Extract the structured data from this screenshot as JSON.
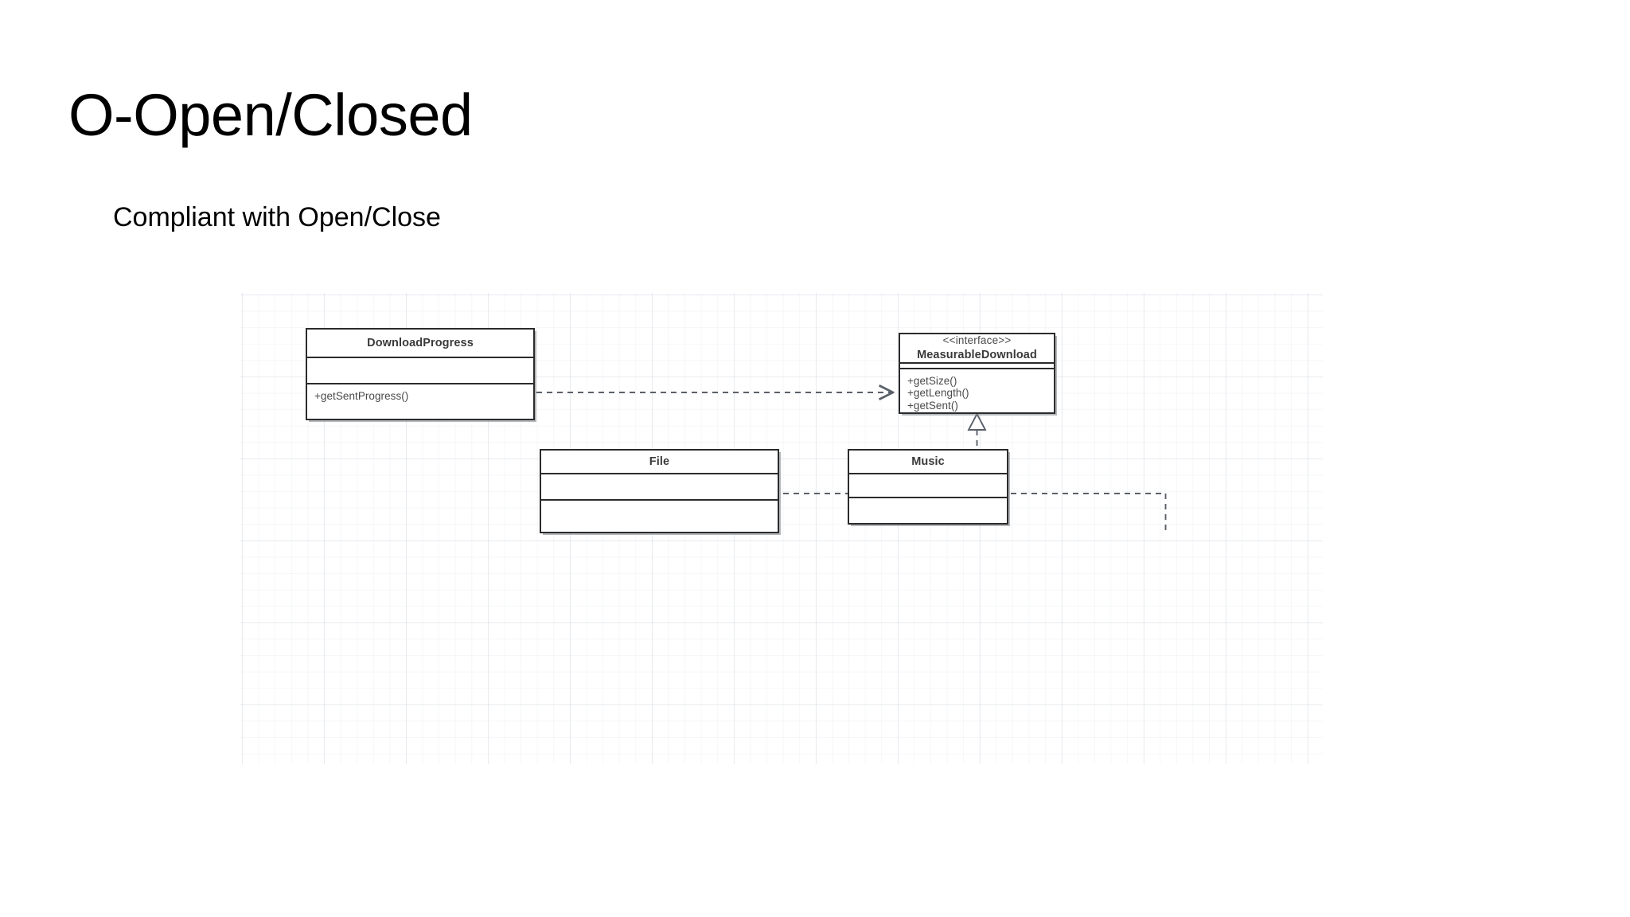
{
  "slide": {
    "title": "O-Open/Closed",
    "subtitle": "Compliant with Open/Close"
  },
  "diagram": {
    "kind": "uml-class-diagram",
    "background": "#ffffff",
    "grid_color": "#c6ced8",
    "line_color": "#2b2b2b",
    "classes": [
      {
        "id": "DownloadProgress",
        "stereotype": "",
        "name": "DownloadProgress",
        "attributes": [],
        "operations": [
          "+getSentProgress()"
        ]
      },
      {
        "id": "MeasurableDownload",
        "stereotype": "<<interface>>",
        "name": "MeasurableDownload",
        "attributes": [],
        "operations": [
          "+getSize()",
          "+getLength()",
          "+getSent()"
        ]
      },
      {
        "id": "File",
        "stereotype": "",
        "name": "File",
        "attributes": [],
        "operations": []
      },
      {
        "id": "Music",
        "stereotype": "",
        "name": "Music",
        "attributes": [],
        "operations": []
      }
    ],
    "relationships": [
      {
        "type": "dependency",
        "style": "dashed-open-arrow",
        "from": "DownloadProgress",
        "to": "MeasurableDownload"
      },
      {
        "type": "realization",
        "style": "dashed-hollow-triangle",
        "from": "File",
        "to": "MeasurableDownload"
      },
      {
        "type": "realization",
        "style": "dashed-hollow-triangle",
        "from": "Music",
        "to": "MeasurableDownload"
      }
    ]
  }
}
